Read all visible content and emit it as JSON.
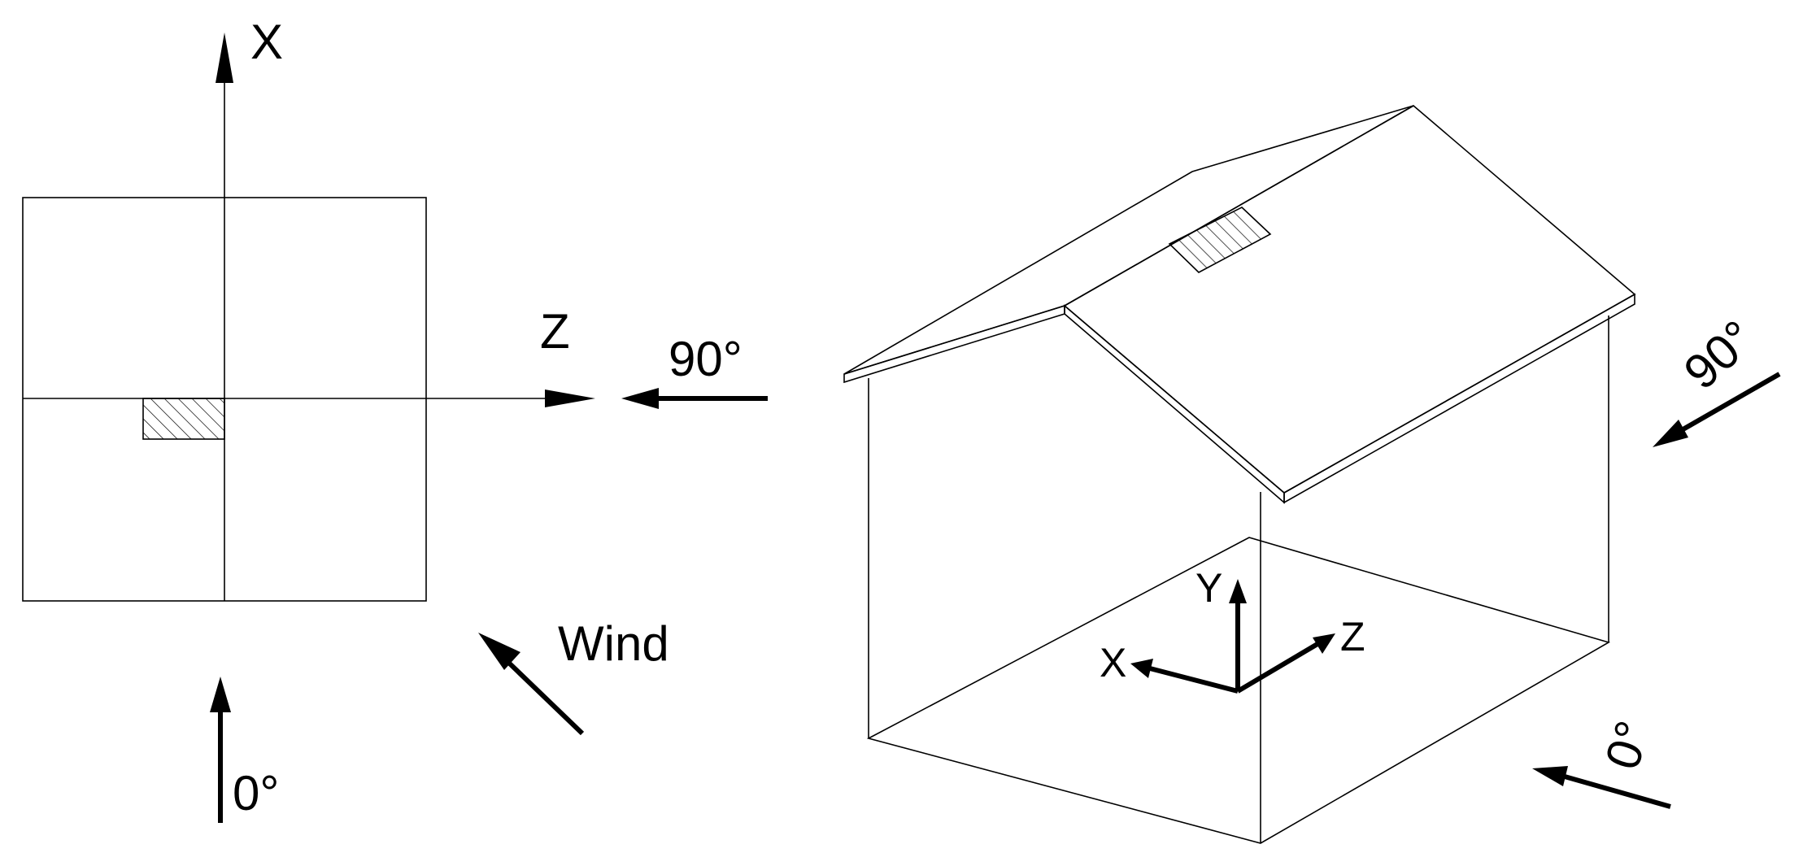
{
  "plan_view": {
    "axis_x_label": "X",
    "axis_z_label": "Z",
    "arrow_90_label": "90°",
    "arrow_0_label": "0°",
    "wind_label": "Wind"
  },
  "iso_view": {
    "axis_x_label": "X",
    "axis_y_label": "Y",
    "axis_z_label": "Z",
    "arrow_90_label": "90°",
    "arrow_0_label": "0°"
  },
  "colors": {
    "line": "#000000",
    "background": "#ffffff"
  }
}
